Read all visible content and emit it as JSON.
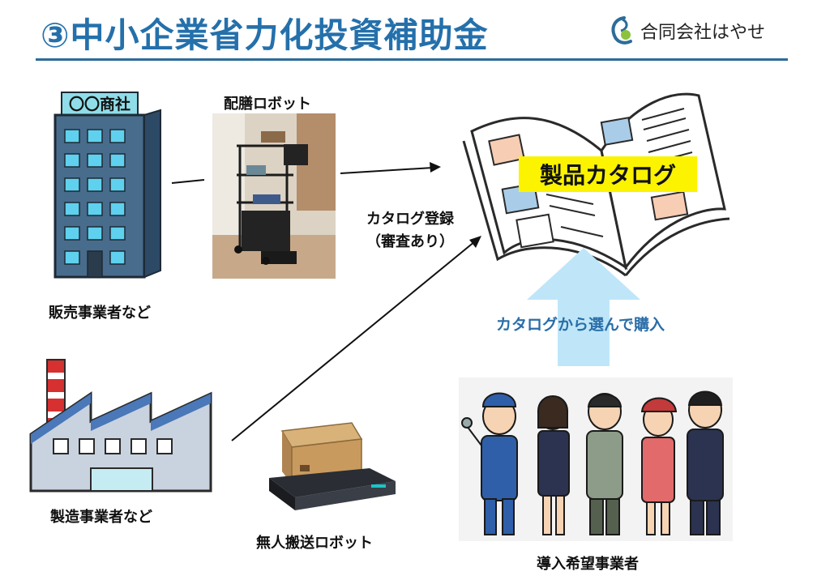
{
  "header": {
    "title": "③中小企業省力化投資補助金",
    "company_name": "合同会社はやせ"
  },
  "building": {
    "sign": "〇〇商社",
    "label": "販売事業者など"
  },
  "factory": {
    "label": "製造事業者など"
  },
  "serving_robot": {
    "label": "配膳ロボット"
  },
  "transport_robot": {
    "label": "無人搬送ロボット"
  },
  "registration": {
    "line1": "カタログ登録",
    "line2": "（審査あり）"
  },
  "catalog": {
    "banner": "製品カタログ"
  },
  "purchase": {
    "label": "カタログから選んで購入"
  },
  "adopters": {
    "label": "導入希望事業者"
  },
  "colors": {
    "title": "#2470ab",
    "banner": "#fbf300",
    "arrow_up": "#bfe6f8"
  }
}
